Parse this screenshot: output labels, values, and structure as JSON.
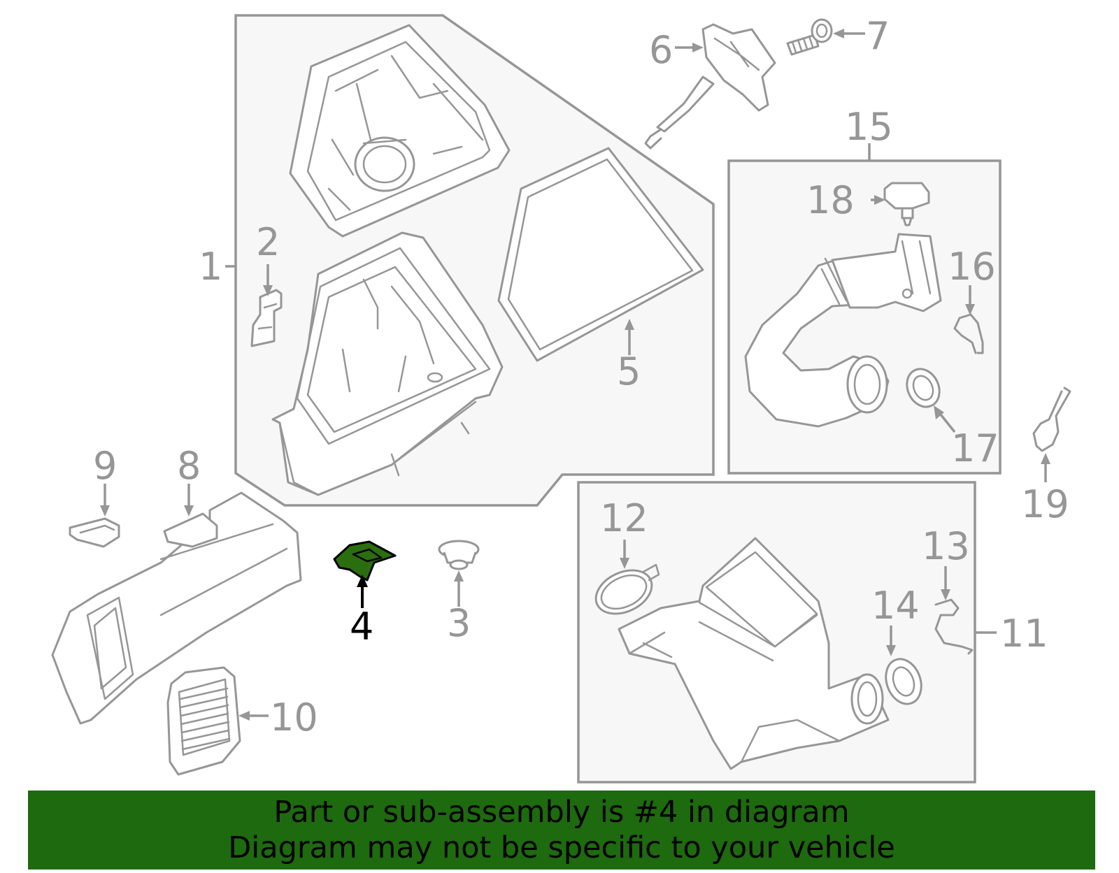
{
  "diagram": {
    "highlight_part": "4",
    "colors": {
      "line": "#969696",
      "panel_fill": "#f7f7f7",
      "highlight": "#2b6e0f",
      "banner": "#1e6a0f"
    },
    "callouts": {
      "c1": "1",
      "c2": "2",
      "c3": "3",
      "c4": "4",
      "c5": "5",
      "c6": "6",
      "c7": "7",
      "c8": "8",
      "c9": "9",
      "c10": "10",
      "c11": "11",
      "c12": "12",
      "c13": "13",
      "c14": "14",
      "c15": "15",
      "c16": "16",
      "c17": "17",
      "c18": "18",
      "c19": "19"
    }
  },
  "banner": {
    "line1": "Part or sub-assembly is #4 in diagram",
    "line2": "Diagram may not be specific to your vehicle"
  }
}
